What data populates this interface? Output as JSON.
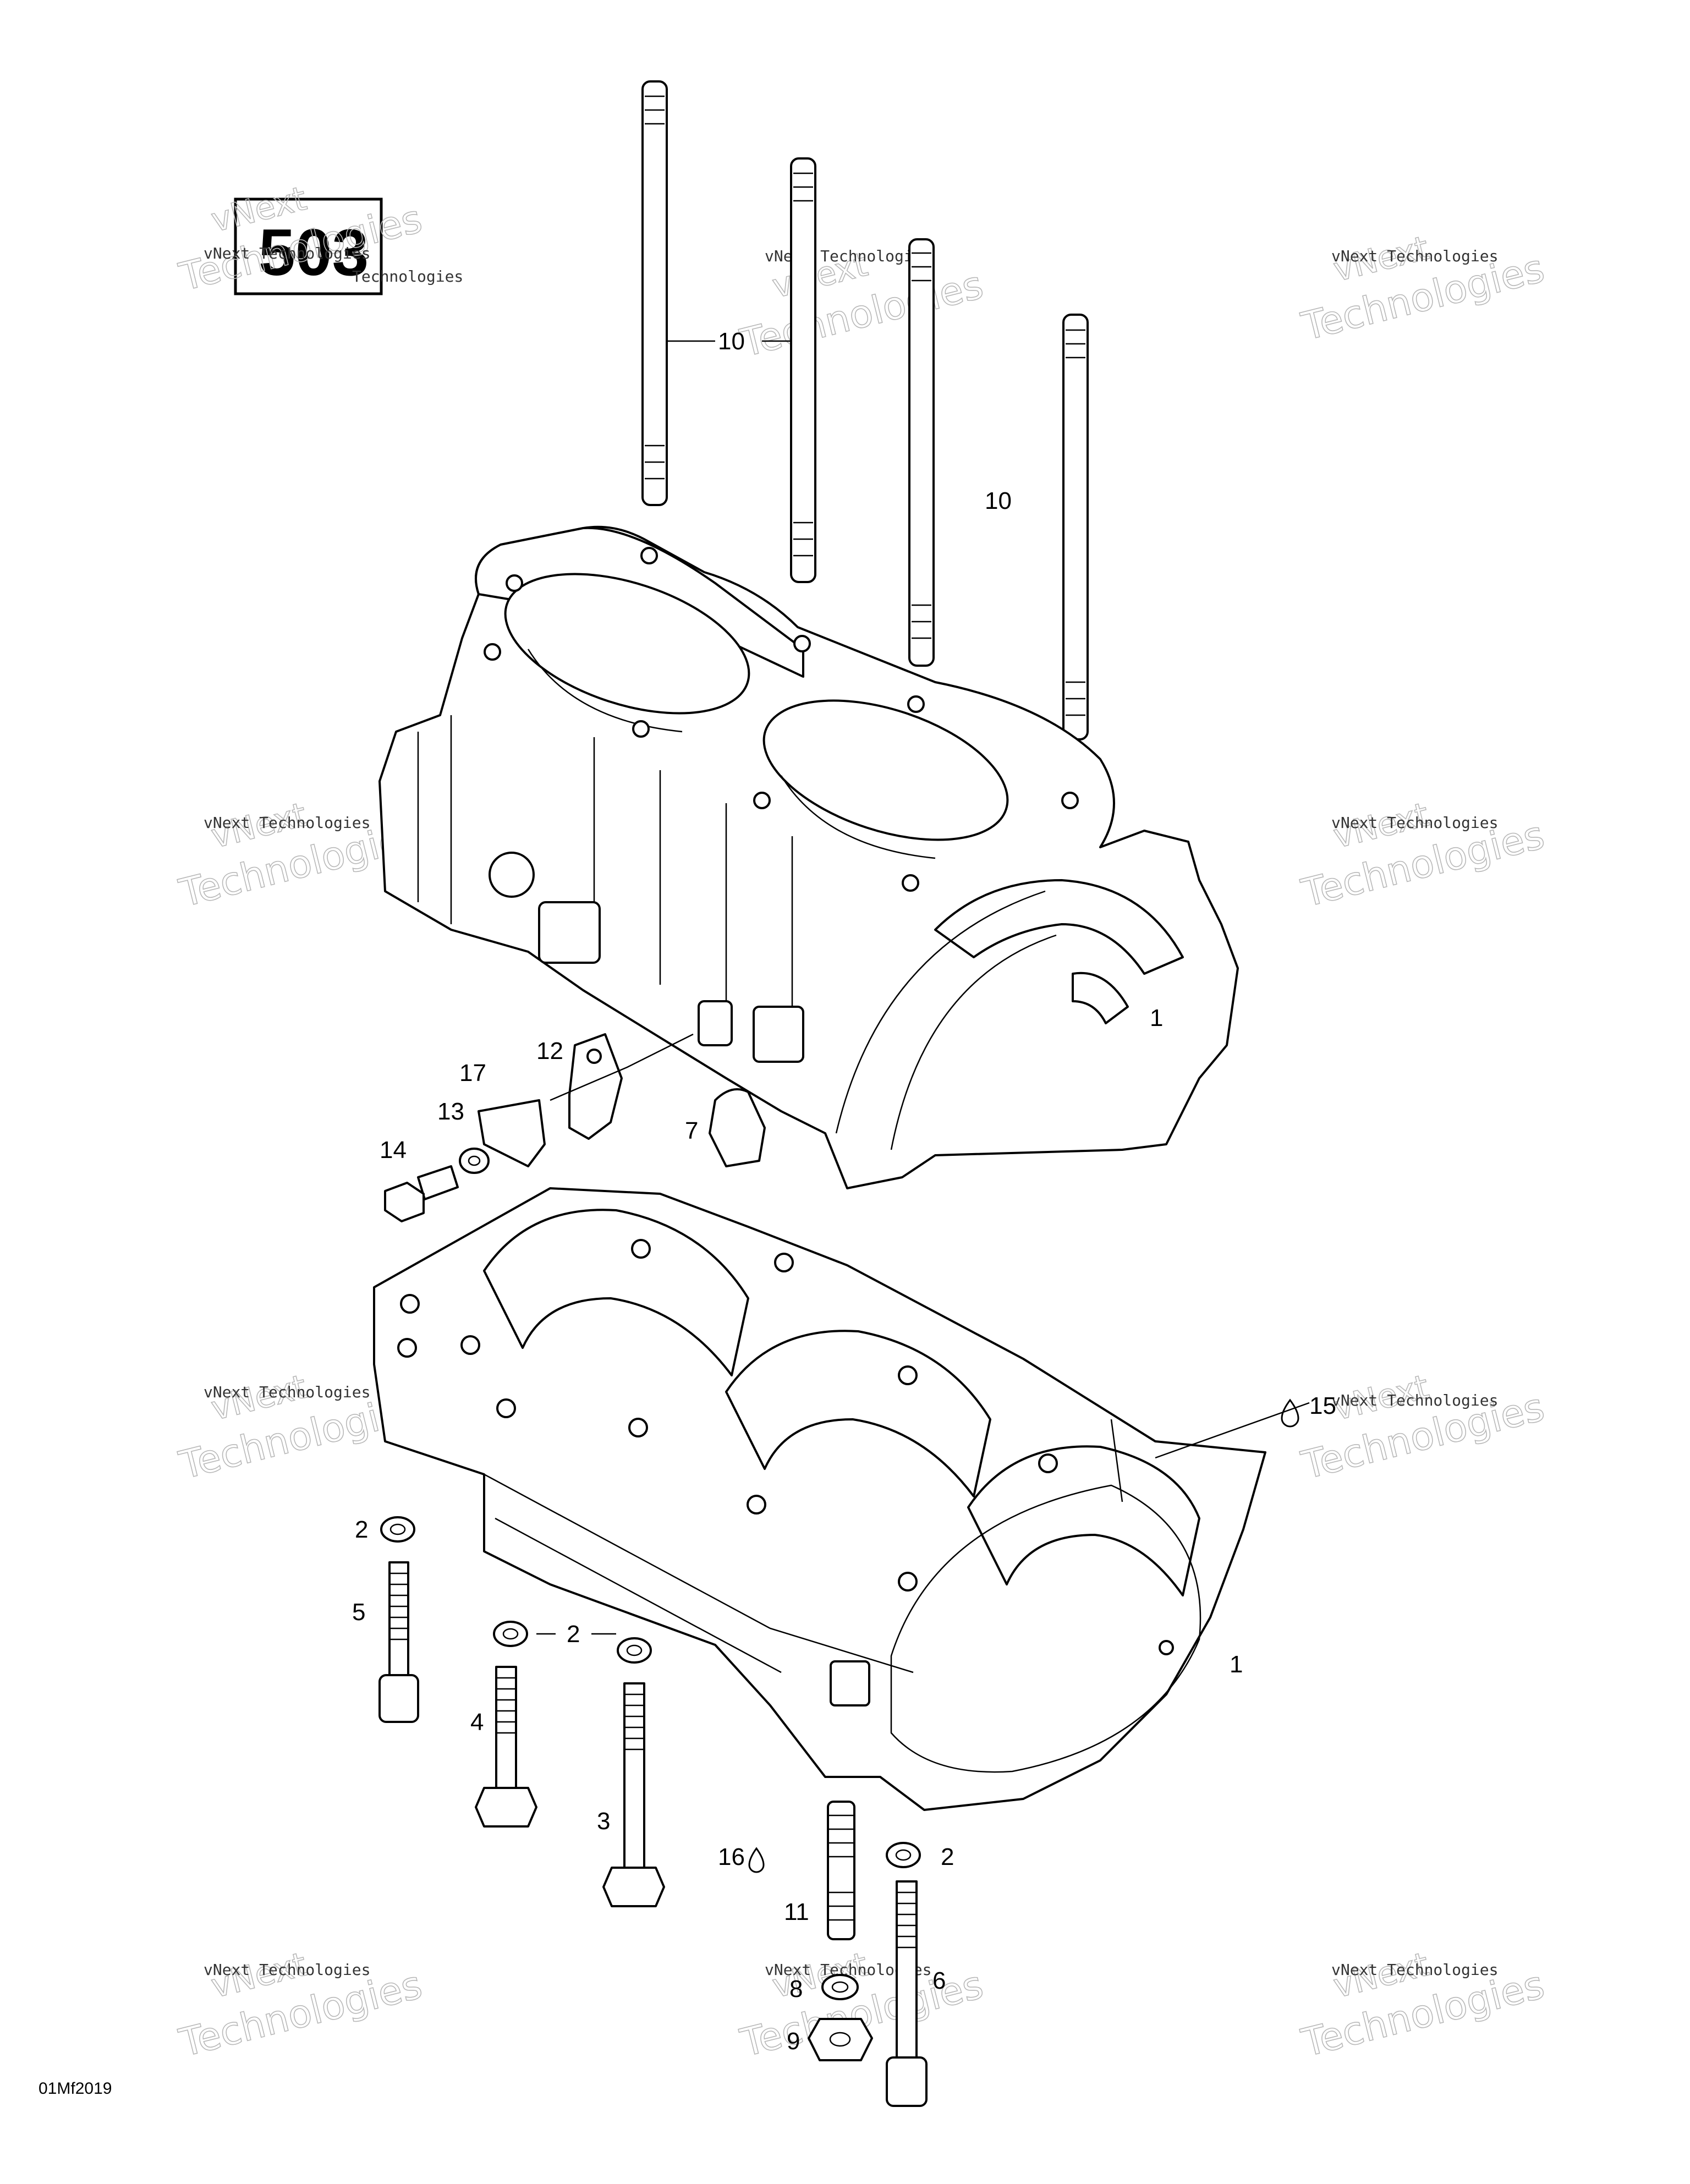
{
  "diagram": {
    "code": "503",
    "doc_ref": "01Mf2019",
    "watermark": {
      "line1": "vNext",
      "line2": "vNext Technologies",
      "line3": "Technologies"
    },
    "callouts": [
      "1",
      "1",
      "2",
      "2",
      "2",
      "3",
      "4",
      "5",
      "6",
      "8",
      "9",
      "10",
      "10",
      "11",
      "12",
      "13",
      "14",
      "15",
      "16",
      "17",
      "7"
    ]
  }
}
